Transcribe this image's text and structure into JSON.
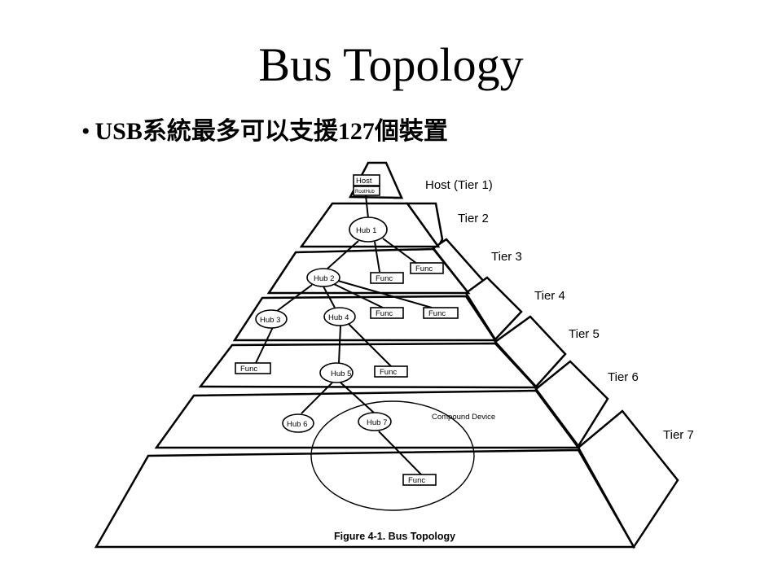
{
  "slide": {
    "title": "Bus Topology",
    "bullet": "USB系統最多可以支援127個裝置"
  },
  "diagram": {
    "tiers": [
      "Host (Tier 1)",
      "Tier 2",
      "Tier 3",
      "Tier 4",
      "Tier 5",
      "Tier 6",
      "Tier 7"
    ],
    "host_label": "Host",
    "root_hub_label": "RootHub",
    "hub_labels": [
      "Hub 1",
      "Hub 2",
      "Hub 3",
      "Hub 4",
      "Hub 5",
      "Hub 6",
      "Hub 7"
    ],
    "func_label": "Func",
    "compound_label": "Compound Device",
    "caption": "Figure 4-1.  Bus Topology"
  }
}
